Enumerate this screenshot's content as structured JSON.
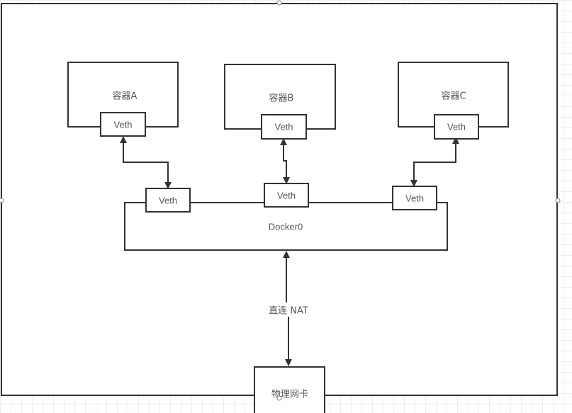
{
  "diagram": {
    "containers": [
      {
        "id": "A",
        "label": "容器A",
        "veth_label": "Veth"
      },
      {
        "id": "B",
        "label": "容器B",
        "veth_label": "Veth"
      },
      {
        "id": "C",
        "label": "容器C",
        "veth_label": "Veth"
      }
    ],
    "bridge": {
      "label": "Docker0",
      "veths": [
        {
          "label": "Veth"
        },
        {
          "label": "Veth"
        },
        {
          "label": "Veth"
        }
      ]
    },
    "link_label": "直连 NAT",
    "nic": {
      "label": "物理网卡"
    },
    "connections": [
      {
        "from": "容器A.Veth",
        "to": "Docker0.Veth1",
        "type": "bidirectional"
      },
      {
        "from": "容器B.Veth",
        "to": "Docker0.Veth2",
        "type": "bidirectional"
      },
      {
        "from": "容器C.Veth",
        "to": "Docker0.Veth3",
        "type": "bidirectional"
      },
      {
        "from": "Docker0",
        "to": "物理网卡",
        "label": "直连 NAT",
        "type": "bidirectional"
      }
    ],
    "colors": {
      "stroke": "#333333",
      "text": "#555555",
      "handle": "#9a7b7b",
      "grid": "#eeeeee"
    }
  }
}
